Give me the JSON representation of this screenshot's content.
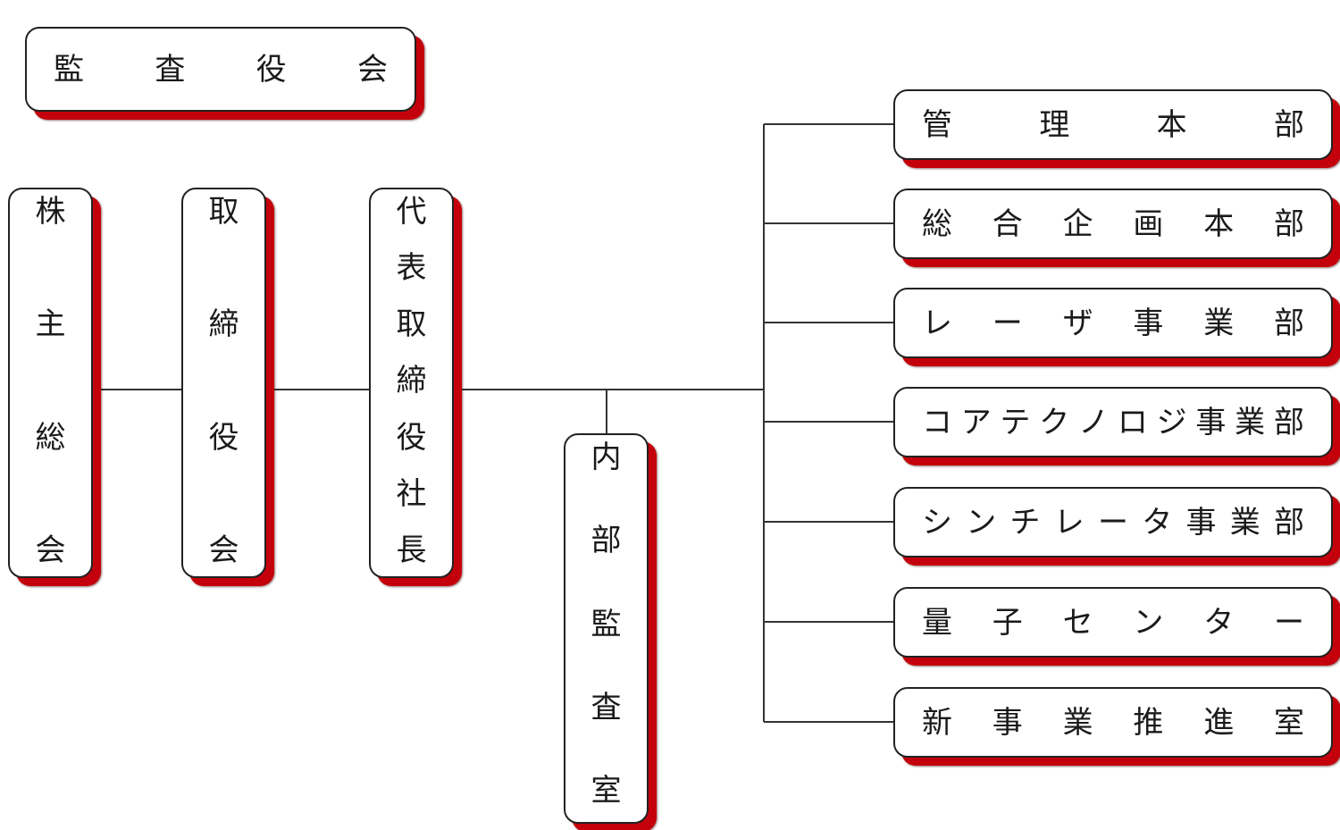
{
  "org_chart": {
    "audit_board": "監査役会",
    "shareholders_meeting": "株主総会",
    "board_of_directors": "取締役会",
    "president": "代表取締役社長",
    "internal_audit": "内部監査室",
    "divisions": [
      "管理本部",
      "総合企画本部",
      "レーザ事業部",
      "コアテクノロジ事業部",
      "シンチレータ事業部",
      "量子センター",
      "新事業推進室"
    ]
  },
  "colors": {
    "shadow": "#c3000b",
    "border": "#222222",
    "line": "#333333"
  }
}
